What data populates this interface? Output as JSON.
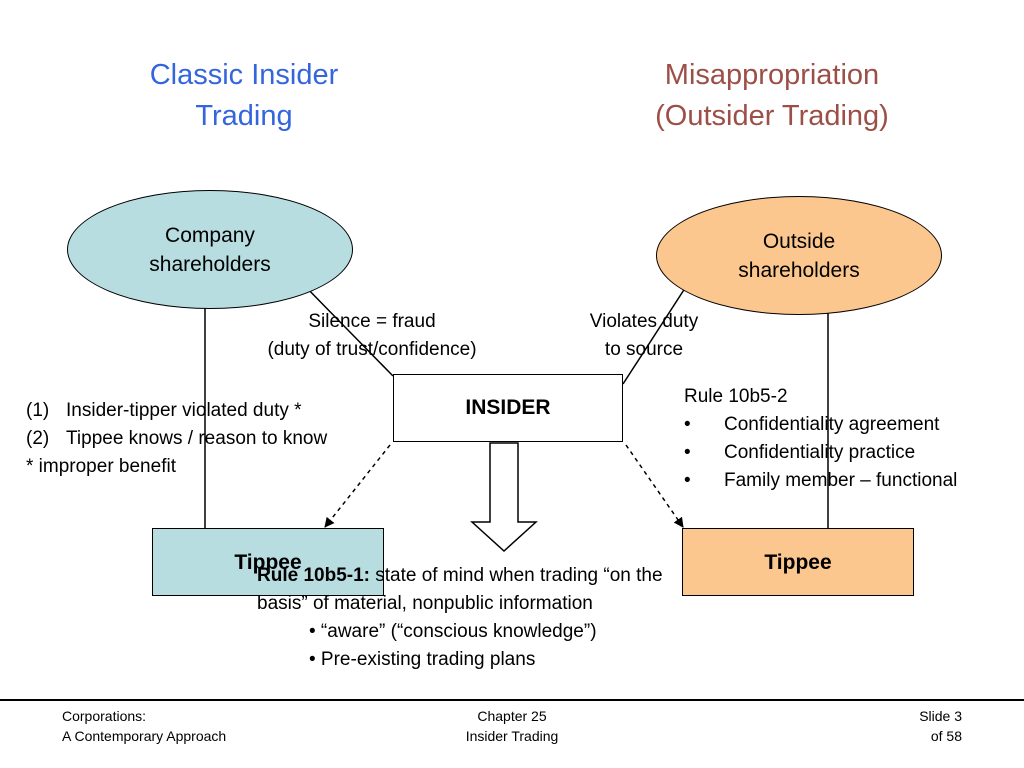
{
  "titles": {
    "left_line1": "Classic Insider",
    "left_line2": "Trading",
    "right_line1": "Misappropriation",
    "right_line2": "(Outsider Trading)"
  },
  "nodes": {
    "company_shareholders": "Company\nshareholders",
    "outside_shareholders": "Outside\nshareholders",
    "insider": "INSIDER",
    "tippee_left": "Tippee",
    "tippee_right": "Tippee"
  },
  "edge_labels": {
    "silence_line1": "Silence = fraud",
    "silence_line2": "(duty of trust/confidence)",
    "violates_line1": "Violates duty",
    "violates_line2": "to source"
  },
  "left_notes": {
    "items": [
      {
        "num": "(1)",
        "text": "Insider-tipper violated duty *"
      },
      {
        "num": "(2)",
        "text": "Tippee knows / reason to know"
      }
    ],
    "footnote": "* improper benefit"
  },
  "rule_10b5_2": {
    "title": "Rule 10b5-2",
    "bullet": "•",
    "items": [
      "Confidentiality agreement",
      "Confidentiality practice",
      "Family member – functional"
    ]
  },
  "rule_10b5_1": {
    "label": "Rule 10b5-1:",
    "text_line1": " state of mind when trading “on the",
    "text_line2": "basis” of material, nonpublic information",
    "bullets": [
      "• “aware” (“conscious knowledge”)",
      "• Pre-existing trading plans"
    ]
  },
  "footer": {
    "left_line1": "Corporations:",
    "left_line2": "A Contemporary Approach",
    "center_line1": "Chapter 25",
    "center_line2": "Insider Trading",
    "right_line1": "Slide 3",
    "right_line2": "of 58"
  }
}
